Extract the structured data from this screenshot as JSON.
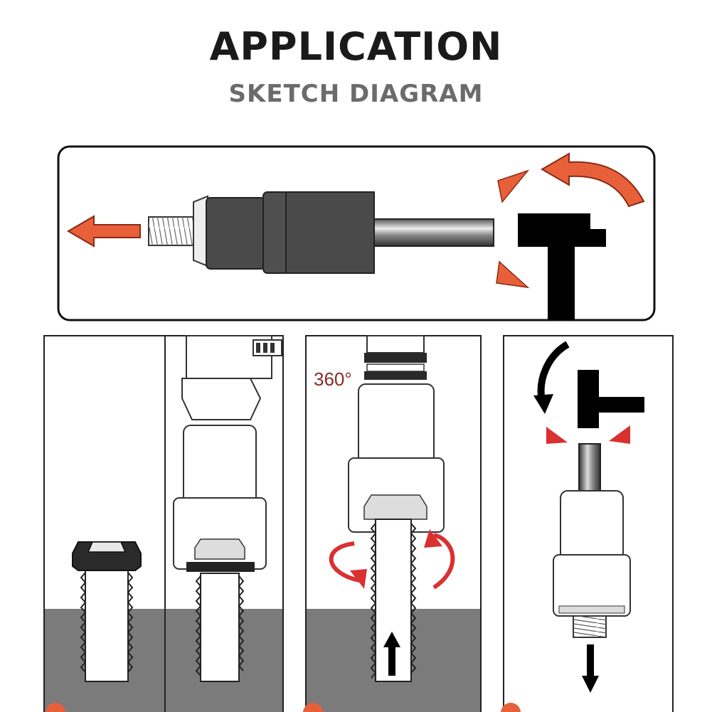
{
  "header": {
    "title": "APPLICATION",
    "subtitle": "SKETCH DIAGRAM"
  },
  "steps": {
    "rotation_label": "360°"
  },
  "colors": {
    "arrow_orange": "#e8603a",
    "arrow_red": "#d93030",
    "ground_gray": "#7b7b7b",
    "tool_dark": "#4a4a4a",
    "ink": "#111111"
  },
  "icons": [
    "hammer-icon",
    "arrow-left-icon",
    "curved-arrow-icon",
    "impact-mark-icon",
    "rotation-arrow-icon",
    "arrow-up-icon",
    "arrow-down-icon"
  ]
}
